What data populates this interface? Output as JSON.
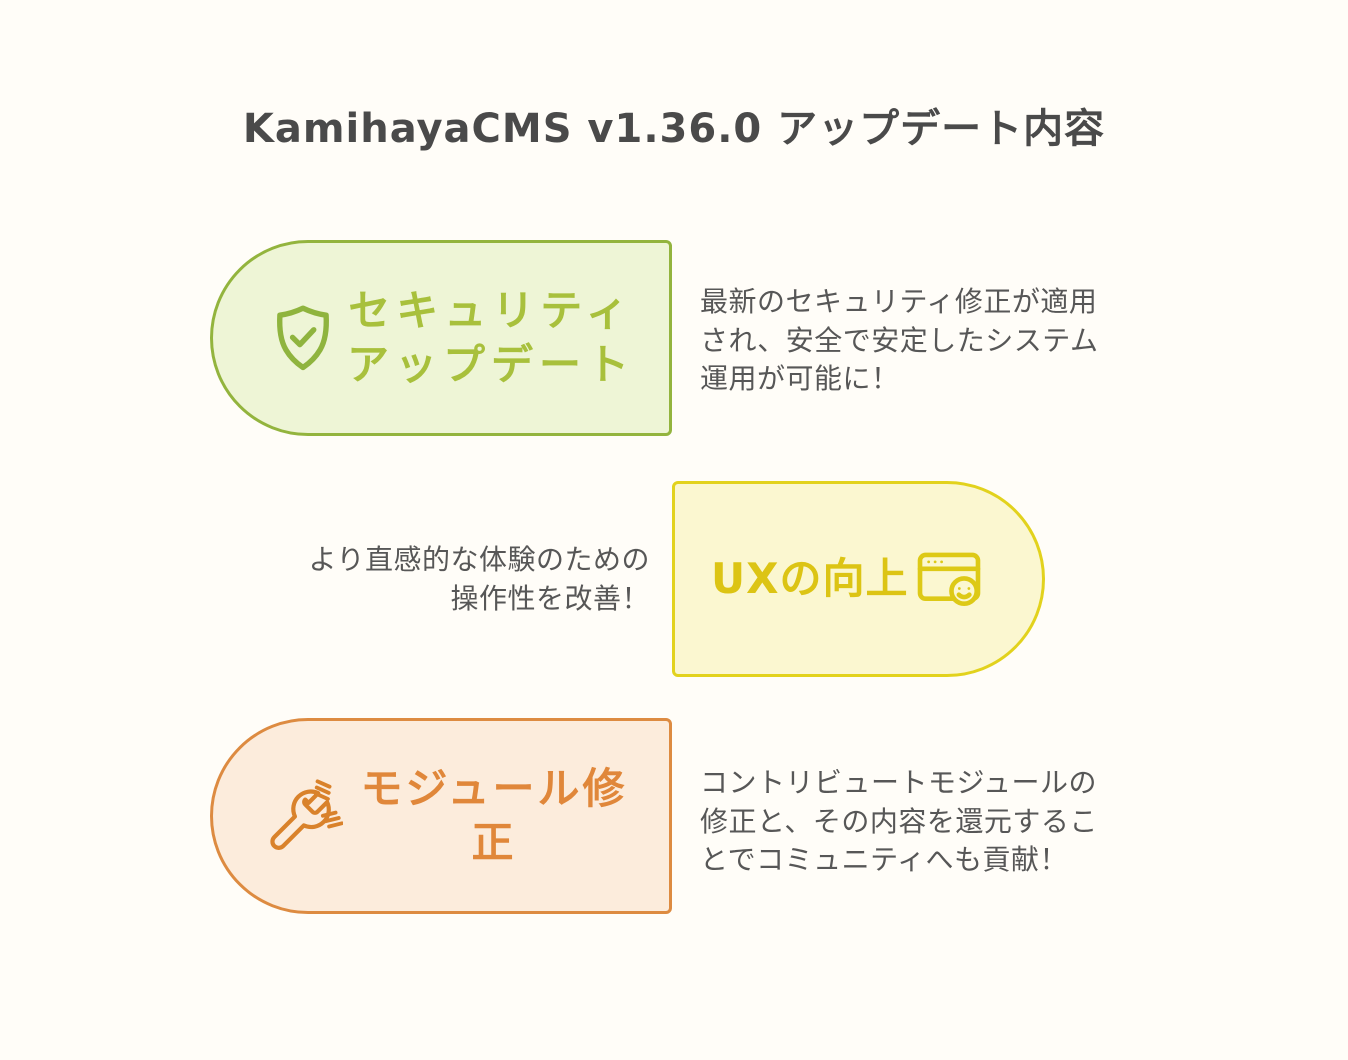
{
  "page": {
    "title": "KamihayaCMS v1.36.0 アップデート内容"
  },
  "colors": {
    "background": "#fffdf8",
    "title_text": "#4a4a4a",
    "description_text": "#575757",
    "green_border": "#93b43e",
    "green_fill": "#eef5d6",
    "green_label": "#a8c03c",
    "yellow_border": "#e2d21d",
    "yellow_fill": "#fbf7d0",
    "yellow_label": "#dcc414",
    "orange_border": "#dd8b41",
    "orange_fill": "#fcecdc",
    "orange_label": "#e0873a"
  },
  "cards": [
    {
      "name": "security-update",
      "icon": "shield-check-icon",
      "label_lines": [
        "セキュリティ",
        "アップデート"
      ],
      "description_lines": [
        "最新のセキュリティ修正が適用",
        "され、安全で安定したシステム",
        "運用が可能に！"
      ]
    },
    {
      "name": "ux-improvement",
      "icon": "browser-smiley-icon",
      "label_lines": [
        "UXの向上"
      ],
      "description_lines": [
        "より直感的な体験のための",
        "操作性を改善！"
      ]
    },
    {
      "name": "module-fixes",
      "icon": "wrench-screws-icon",
      "label_lines": [
        "コントリビュートモジュールの",
        "修正と、その内容を還元するこ",
        "とでコミュニティへも貢献！"
      ],
      "label": "モジュール修正"
    }
  ],
  "card3": {
    "label_lines": [
      "モジュール修正"
    ]
  }
}
